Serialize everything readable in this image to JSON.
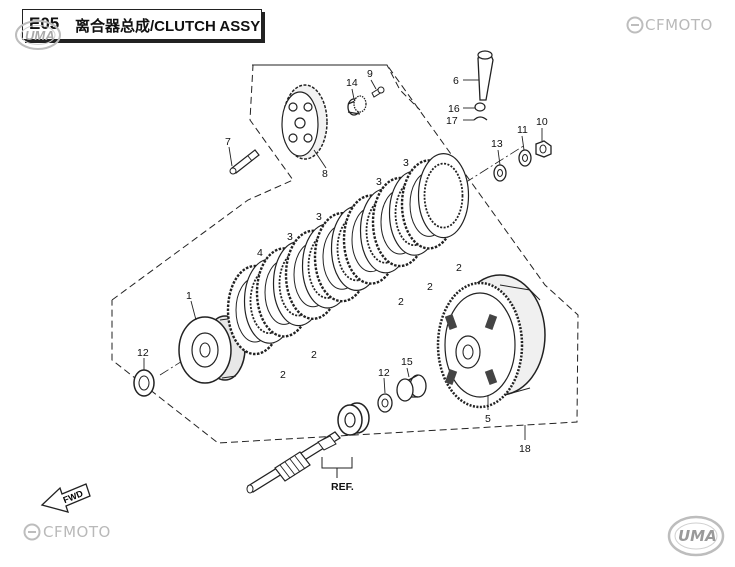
{
  "header": {
    "code": "E05",
    "title": "离合器总成/CLUTCH ASSY"
  },
  "brand": {
    "name": "CFMOTO",
    "uma": "UMA"
  },
  "callouts": [
    {
      "id": "c1",
      "label": "1"
    },
    {
      "id": "c2a",
      "label": "2"
    },
    {
      "id": "c2b",
      "label": "2"
    },
    {
      "id": "c2c",
      "label": "2"
    },
    {
      "id": "c2d",
      "label": "2"
    },
    {
      "id": "c2e",
      "label": "2"
    },
    {
      "id": "c3a",
      "label": "3"
    },
    {
      "id": "c3b",
      "label": "3"
    },
    {
      "id": "c3c",
      "label": "3"
    },
    {
      "id": "c3d",
      "label": "3"
    },
    {
      "id": "c4",
      "label": "4"
    },
    {
      "id": "c5",
      "label": "5"
    },
    {
      "id": "c6",
      "label": "6"
    },
    {
      "id": "c7",
      "label": "7"
    },
    {
      "id": "c8",
      "label": "8"
    },
    {
      "id": "c9",
      "label": "9"
    },
    {
      "id": "c10",
      "label": "10"
    },
    {
      "id": "c11",
      "label": "11"
    },
    {
      "id": "c12a",
      "label": "12"
    },
    {
      "id": "c12b",
      "label": "12"
    },
    {
      "id": "c13",
      "label": "13"
    },
    {
      "id": "c14",
      "label": "14"
    },
    {
      "id": "c15",
      "label": "15"
    },
    {
      "id": "c16",
      "label": "16"
    },
    {
      "id": "c17",
      "label": "17"
    },
    {
      "id": "c18",
      "label": "18"
    }
  ],
  "ref_label": "REF.",
  "fwd_label": "FWD",
  "colors": {
    "line": "#1a1a1a",
    "watermark": "#c4c4c4"
  }
}
